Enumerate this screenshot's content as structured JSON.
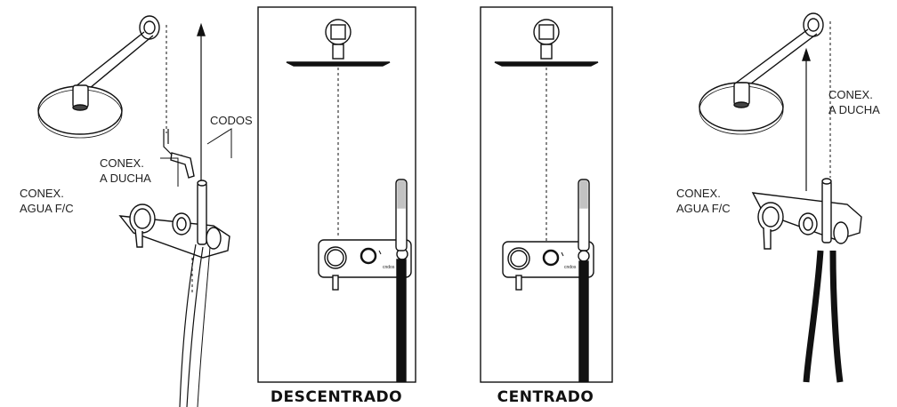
{
  "left_figure": {
    "label_codos": "CODOS",
    "label_conex_ducha_1": "CONEX.",
    "label_conex_ducha_2": "A DUCHA",
    "label_conex_agua_1": "CONEX.",
    "label_conex_agua_2": "AGUA F/C"
  },
  "panel_descentrado": {
    "caption": "DESCENTRADO",
    "brand": "cndos"
  },
  "panel_centrado": {
    "caption": "CENTRADO",
    "brand": "cndos"
  },
  "right_figure": {
    "label_conex_ducha_1": "CONEX.",
    "label_conex_ducha_2": "A DUCHA",
    "label_conex_agua_1": "CONEX.",
    "label_conex_agua_2": "AGUA F/C"
  }
}
